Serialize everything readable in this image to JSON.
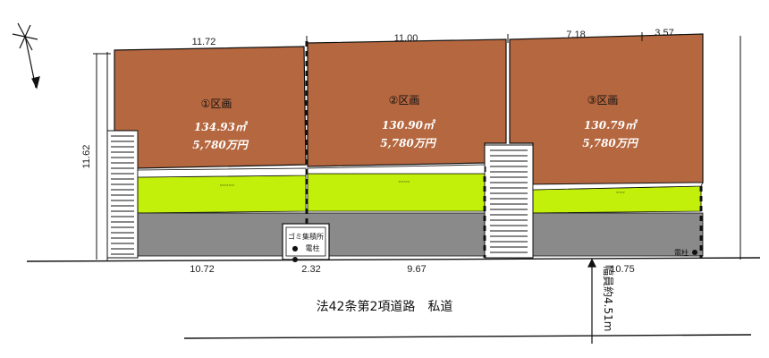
{
  "lots": [
    {
      "name": "①区画",
      "area": "134.93㎡",
      "price": "5,780万円",
      "symbols": "ᵕᵕᵕᵕᵕ"
    },
    {
      "name": "②区画",
      "area": "130.90㎡",
      "price": "5,780万円",
      "symbols": "ᵕᵕᵕᵕ"
    },
    {
      "name": "③区画",
      "area": "130.79㎡",
      "price": "5,780万円",
      "symbols": "ᵕᵕᵕ"
    }
  ],
  "dimensions": {
    "top": [
      "11.72",
      "11.00",
      "7.18",
      "3.57"
    ],
    "bottom": [
      "10.72",
      "2.32",
      "9.67",
      "10.75"
    ],
    "left": "11.62",
    "road_width": "幅員約4.51m"
  },
  "road_label": "法42条第2項道路　私道",
  "garbage_label": "ゴミ集積所",
  "pole_label": "●　電柱",
  "pole_label_right": "電柱",
  "colors": {
    "lot": "#b5673f",
    "green": "#c3f00a",
    "driveway": "#8a8a8a",
    "outline": "#111111"
  }
}
